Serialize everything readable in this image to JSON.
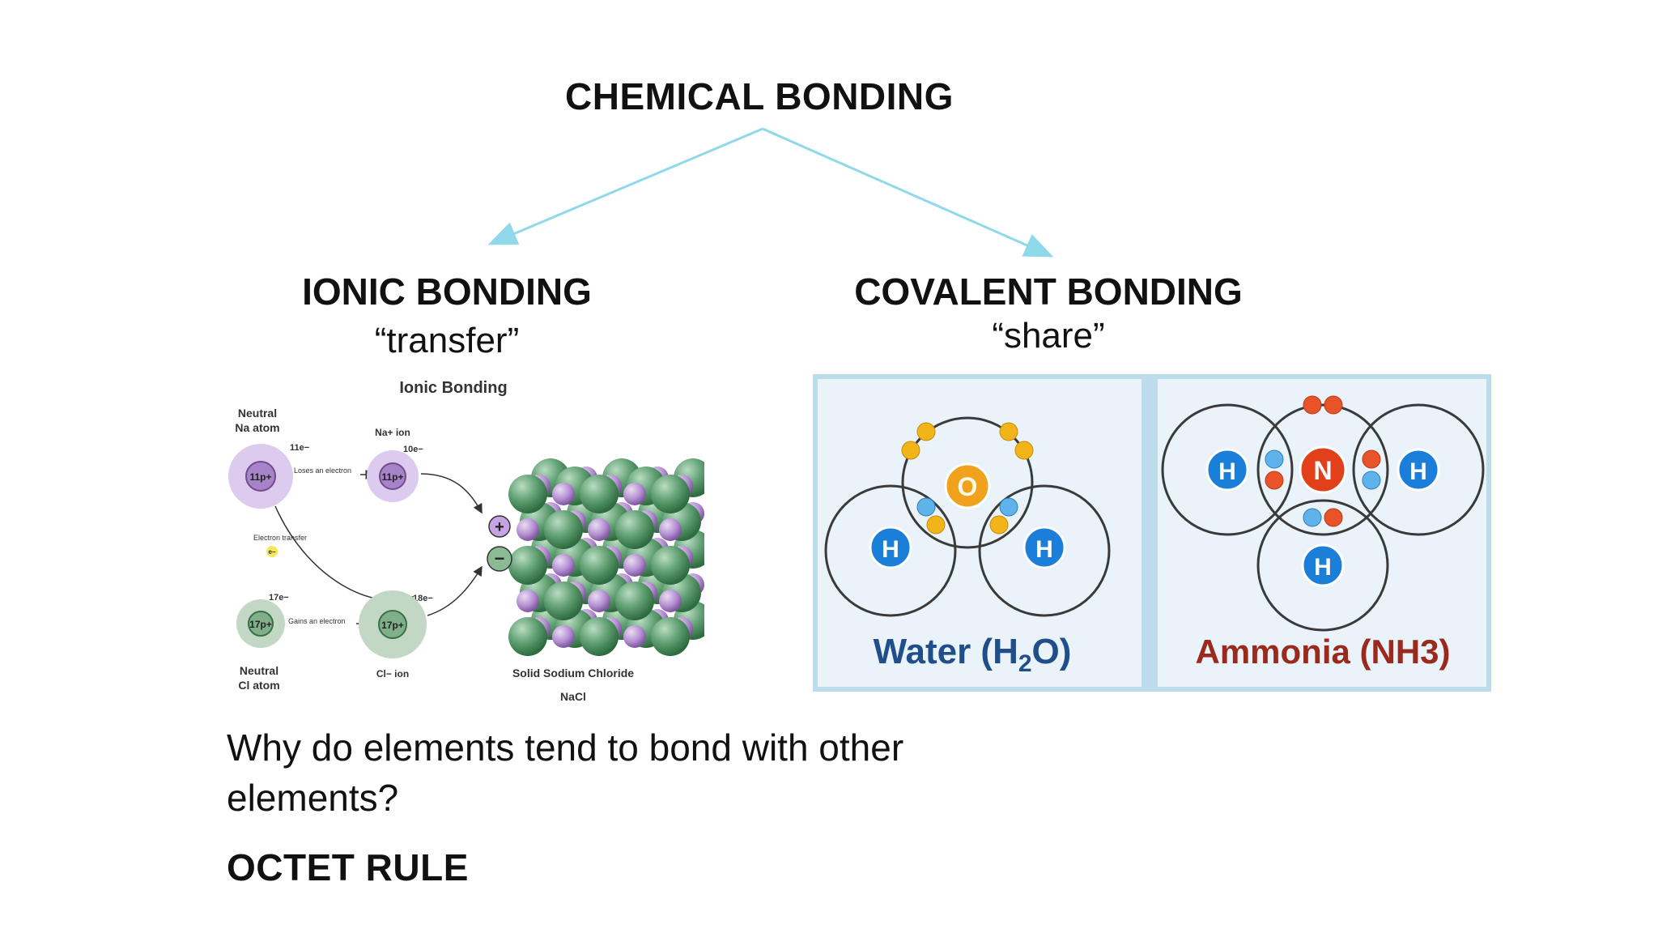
{
  "title": "CHEMICAL BONDING",
  "ionic": {
    "heading": "IONIC BONDING",
    "subtitle": "“transfer”",
    "figure": {
      "title": "Ionic Bonding",
      "neutral_na_line1": "Neutral",
      "neutral_na_line2": "Na atom",
      "na_electrons": "11e−",
      "na_nucleus": "11p+",
      "loses_electron": "Loses an electron",
      "na_ion_label": "Na+ ion",
      "na_ion_electrons": "10e−",
      "na_ion_nucleus": "11p+",
      "electron_transfer": "Electron transfer",
      "electron_symbol": "e−",
      "cl_electrons": "17e−",
      "cl_nucleus": "17p+",
      "gains_electron": "Gains an electron",
      "cl_ion_electrons": "18e−",
      "cl_ion_nucleus": "17p+",
      "neutral_cl_line1": "Neutral",
      "neutral_cl_line2": "Cl atom",
      "cl_ion_label": "Cl− ion",
      "plus": "+",
      "minus": "−",
      "solid_label": "Solid Sodium Chloride",
      "formula": "NaCl"
    }
  },
  "covalent": {
    "heading": "COVALENT BONDING",
    "subtitle": "“share”",
    "water": {
      "label": "Water (H",
      "subscript": "2",
      "label_end": "O)",
      "oxygen": "O",
      "hydrogen": "H"
    },
    "ammonia": {
      "label": "Ammonia (NH3)",
      "nitrogen": "N",
      "hydrogen": "H"
    }
  },
  "question": "Why do elements tend to bond with other elements?",
  "answer": "OCTET RULE",
  "colors": {
    "arrow": "#8fd9ea",
    "panel_bg": "#e9f3f9",
    "panel_border": "#bcdcec",
    "water_label": "#1f4e8a",
    "ammonia_label": "#9b2a1e",
    "hydrogen": "#1b7ed8",
    "oxygen": "#f0a21c",
    "nitrogen": "#e2401a"
  }
}
